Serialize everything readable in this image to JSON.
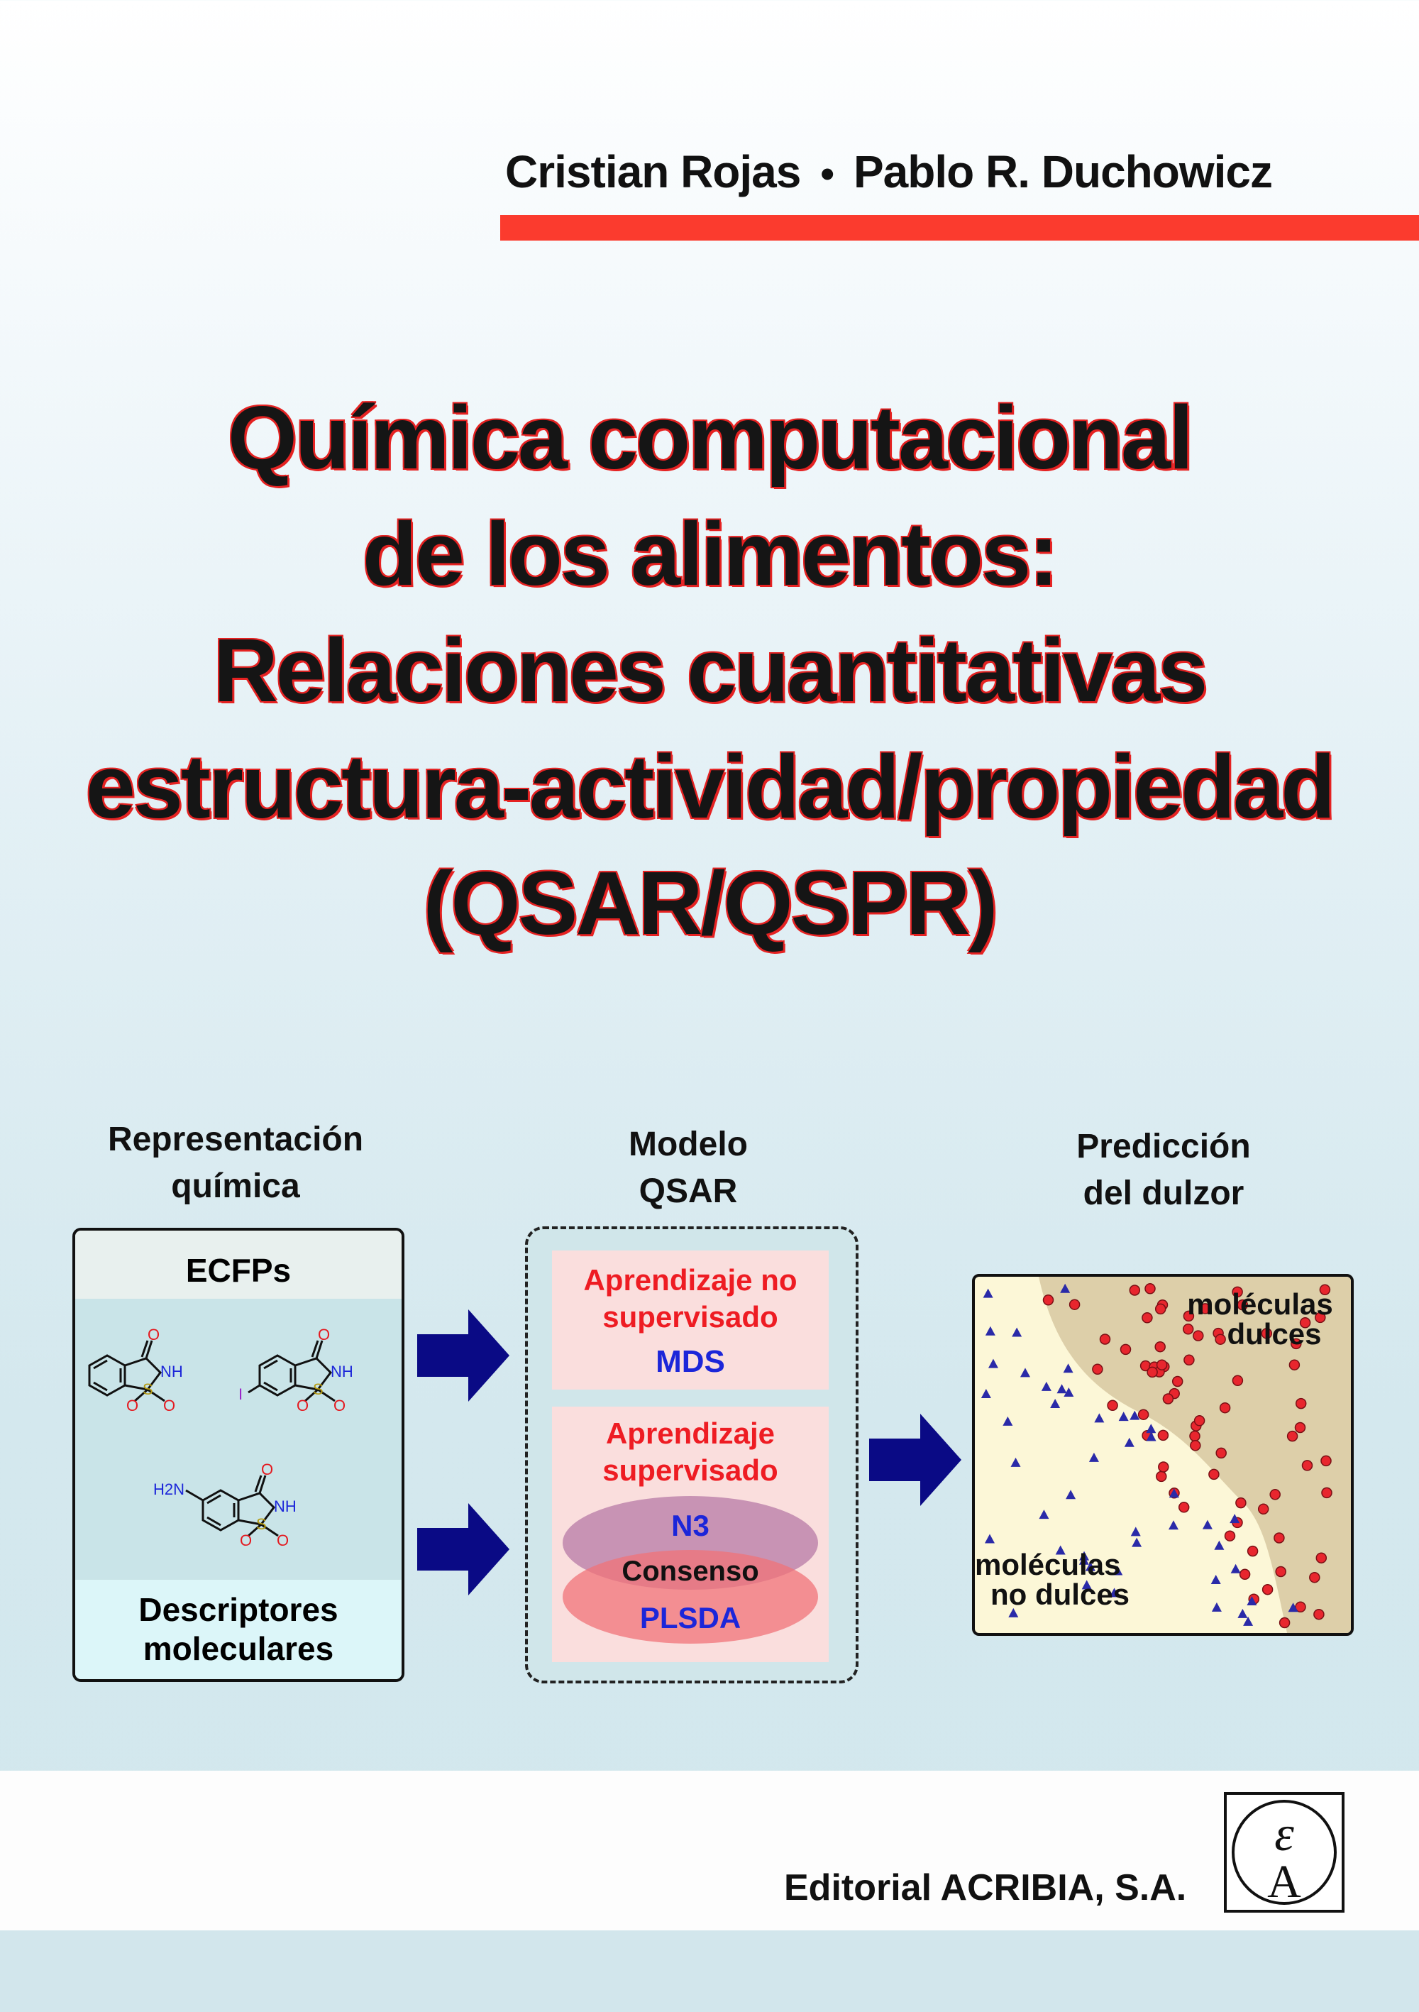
{
  "authors": {
    "first": "Cristian Rojas",
    "separator": "•",
    "second": "Pablo R. Duchowicz"
  },
  "title": {
    "line1": "Química computacional",
    "line2": "de los alimentos:",
    "line3": "Relaciones cuantitativas",
    "line4": "estructura-actividad/propiedad",
    "line5": "(QSAR/QSPR)"
  },
  "diagram": {
    "col1": {
      "heading_l1": "Representación",
      "heading_l2": "química",
      "top_label": "ECFPs",
      "bottom_l1": "Descriptores",
      "bottom_l2": "moleculares",
      "atoms": {
        "o": "O",
        "nh": "NH",
        "s": "S",
        "i": "I",
        "h2n": "H2N"
      }
    },
    "col2": {
      "heading_l1": "Modelo",
      "heading_l2": "QSAR",
      "unsup_l1": "Aprendizaje no",
      "unsup_l2": "supervisado",
      "unsup_method": "MDS",
      "sup_l1": "Aprendizaje",
      "sup_l2": "supervisado",
      "ellipse_top": "N3",
      "ellipse_mid": "Consenso",
      "ellipse_bot": "PLSDA"
    },
    "col3": {
      "heading_l1": "Predicción",
      "heading_l2": "del dulzor",
      "sweet_l1": "moléculas",
      "sweet_l2": "dulces",
      "nonsweet_l1": "moléculas",
      "nonsweet_l2": "no dulces"
    },
    "colors": {
      "arrow": "#0a0a85",
      "sweet_dot": "#e8262e",
      "nonsweet_triangle": "#2a2aa8",
      "sweet_region": "#ddcfa9",
      "nonsweet_region": "#fcf7d7"
    }
  },
  "publisher": "Editorial ACRIBIA, S.A.",
  "logo": {
    "glyph_top": "ε",
    "glyph_bottom": "A"
  }
}
